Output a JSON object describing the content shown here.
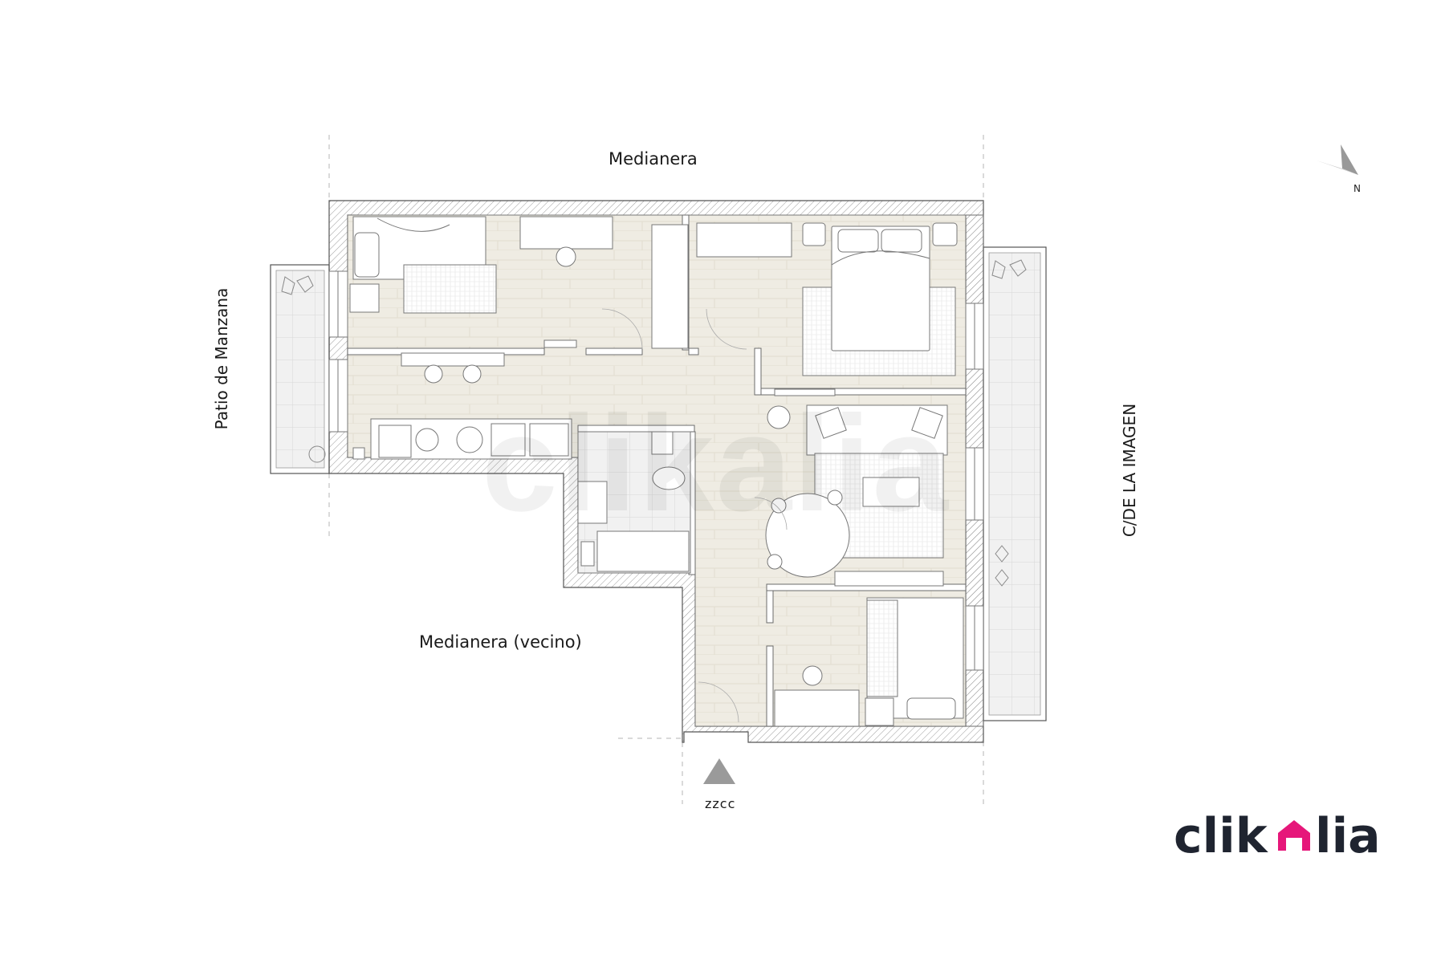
{
  "labels": {
    "top": "Medianera",
    "bottom": "Medianera (vecino)",
    "left": "Patio de Manzana",
    "right": "C/DE LA IMAGEN",
    "access": "zzcc",
    "north": "N"
  },
  "logo": {
    "text_before": "clik",
    "text_after": "lia",
    "brand_color": "#1f2430",
    "accent_color": "#e6177a"
  },
  "watermark": "clikalia",
  "colors": {
    "floor": "#efece3",
    "wall": "#ffffff",
    "wall_stroke": "#6b6b6b",
    "line": "#7a7a7a",
    "terrace": "#f2f2f2"
  }
}
